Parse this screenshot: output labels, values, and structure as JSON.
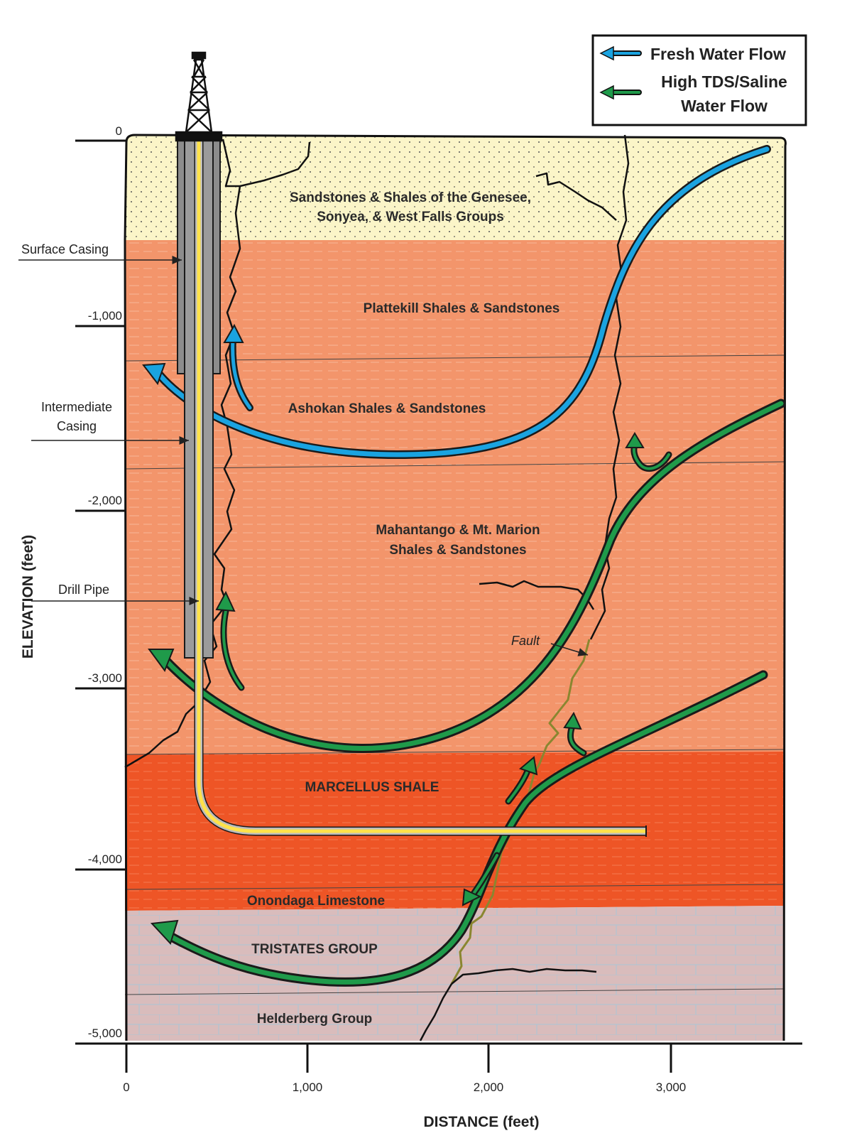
{
  "colors": {
    "fresh_water": "#1aa3e0",
    "saline_water": "#1f9a4a",
    "casing": "#8c8c8c",
    "drill_pipe": "#ffe24a",
    "sandstone": "#fbf5c8",
    "shale_light": "#f3956b",
    "marcellus": "#ee5526",
    "limestone": "#d9bcbc"
  },
  "legend": {
    "fresh": "Fresh Water Flow",
    "saline_line1": "High TDS/Saline",
    "saline_line2": "Water Flow"
  },
  "layers": {
    "genesee_line1": "Sandstones & Shales of the Genesee,",
    "genesee_line2": "Sonyea, & West Falls Groups",
    "plattekill": "Plattekill Shales & Sandstones",
    "ashokan": "Ashokan Shales & Sandstones",
    "mahantango_line1": "Mahantango & Mt. Marion",
    "mahantango_line2": "Shales & Sandstones",
    "marcellus": "MARCELLUS SHALE",
    "onondaga": "Onondaga Limestone",
    "tristates": "TRISTATES GROUP",
    "helderberg": "Helderberg Group"
  },
  "callouts": {
    "surface_casing": "Surface Casing",
    "intermediate_line1": "Intermediate",
    "intermediate_line2": "Casing",
    "drill_pipe": "Drill Pipe",
    "fault": "Fault"
  },
  "axes": {
    "y_title": "ELEVATION (feet)",
    "x_title": "DISTANCE (feet)",
    "y_ticks": [
      "0",
      "-1,000",
      "-2,000",
      "-3,000",
      "-4,000",
      "-5,000"
    ],
    "x_ticks": [
      "0",
      "1,000",
      "2,000",
      "3,000"
    ]
  }
}
